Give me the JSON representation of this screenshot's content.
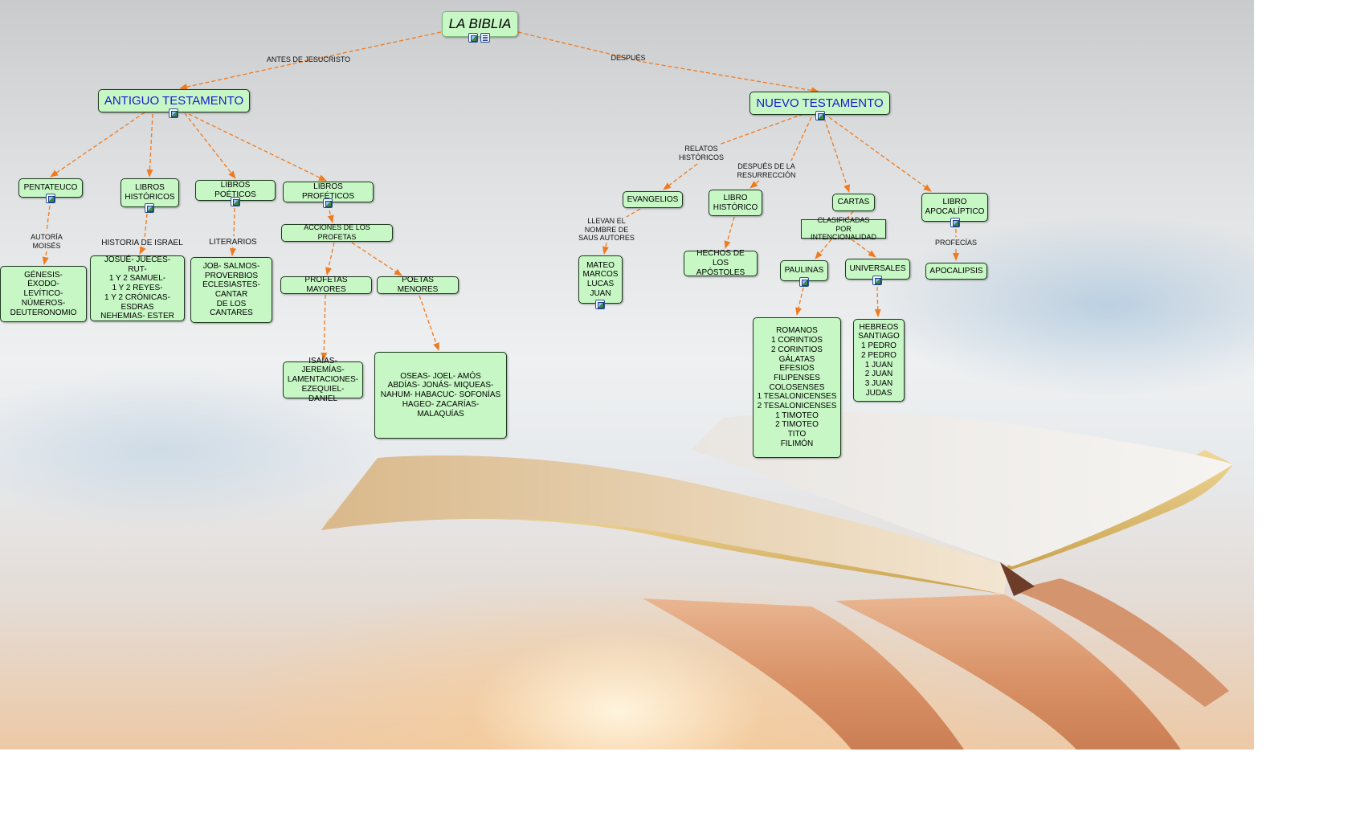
{
  "map": {
    "title": "LA BIBLIA",
    "nodes": {
      "biblia": "LA BIBLIA",
      "at": "ANTIGUO TESTAMENTO",
      "nt": "NUEVO TESTAMENTO",
      "pentateuco": "PENTATEUCO",
      "libros_historicos": "LIBROS\nHISTÓRICOS",
      "libros_poeticos": "LIBROS POÉTICOS",
      "libros_profeticos": "LIBROS PROFÉTICOS",
      "pent_books": "GÉNESIS-\nÉXODO-\nLEVÍTICO-\nNÚMEROS-\nDEUTERONOMIO",
      "hist_books": "JOSUÉ- JUECES- RUT-\n1 Y 2 SAMUEL-\n1 Y 2 REYES-\n1 Y 2 CRÓNICAS-\nESDRAS\nNEHEMIAS- ESTER",
      "poet_books": "JOB- SALMOS-\nPROVERBIOS\nECLESIASTES-\nCANTAR\nDE LOS CANTARES",
      "acciones": "ACCIONES DE LOS PROFETAS",
      "profetas_mayores": "PROFETAS MAYORES",
      "poetas_menores": "POETAS MENORES",
      "mayores_books": "ISAÍAS- JEREMÍAS-\nLAMENTACIONES-\nEZEQUIEL- DANIEL",
      "menores_books": "OSEAS- JOEL- AMÓS\nABDÍAS- JONÁS- MIQUEAS-\nNAHUM- HABACUC- SOFONÍAS\nHAGEO- ZACARÍAS- MALAQUÍAS",
      "evangelios": "EVANGELIOS",
      "evang_books": "MATEO\nMARCOS\nLUCAS\nJUAN",
      "libro_historico": "LIBRO\nHISTÓRICO",
      "hechos": "HECHOS DE LOS\nAPÓSTOLES",
      "cartas": "CARTAS",
      "clasificadas": "CLASIFICADAS\nPOR INTENCIONALIDAD",
      "paulinas": "PAULINAS",
      "universales": "UNIVERSALES",
      "paulinas_books": "ROMANOS\n1 CORINTIOS\n2 CORINTIOS\nGÁLATAS\nEFESIOS\nFILIPENSES\nCOLOSENSES\n1 TESALONICENSES\n2 TESALONICENSES\n1 TIMOTEO\n2 TIMOTEO\nTITO\nFILIMÓN",
      "universales_books": "HEBREOS\nSANTIAGO\n1 PEDRO\n2 PEDRO\n1 JUAN\n2 JUAN\n3 JUAN\nJUDAS",
      "apocaliptico": "LIBRO\nAPOCALÍPTICO",
      "apocalipsis": "APOCALIPSIS"
    },
    "link_labels": {
      "antes": "ANTES DE JESUCRISTO",
      "despues": "DESPUÉS",
      "autoria": "AUTORÍA\nMOISÉS",
      "historia_israel": "HISTORIA DE ISRAEL",
      "literarios": "LITERARIOS",
      "relatos": "RELATOS\nHISTÓRICOS",
      "despues_resurreccion": "DESPUÉS DE LA\nRESURRECCIÓN",
      "llevan_nombre": "LLEVAN EL\nNOMBRE DE\nSAUS AUTORES",
      "profecias": "PROFECÍAS"
    },
    "colors": {
      "node_fill": "#c6f7c4",
      "node_border": "#1e3a1e",
      "link": "#f07a1e",
      "heading_text": "#1a1ad0"
    }
  }
}
